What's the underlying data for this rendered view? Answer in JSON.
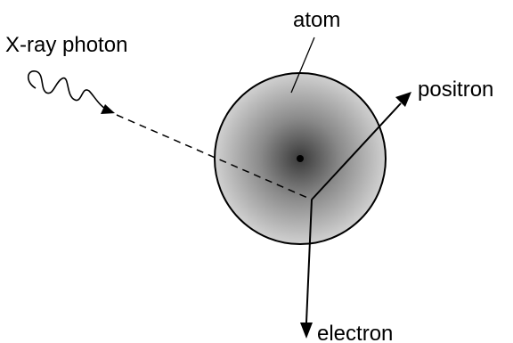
{
  "labels": {
    "photon": "X-ray photon",
    "atom": "atom",
    "positron": "positron",
    "electron": "electron"
  },
  "colors": {
    "ink": "#000000",
    "atom_center": "#3a3a3a",
    "atom_edge": "#d6d6d6"
  }
}
